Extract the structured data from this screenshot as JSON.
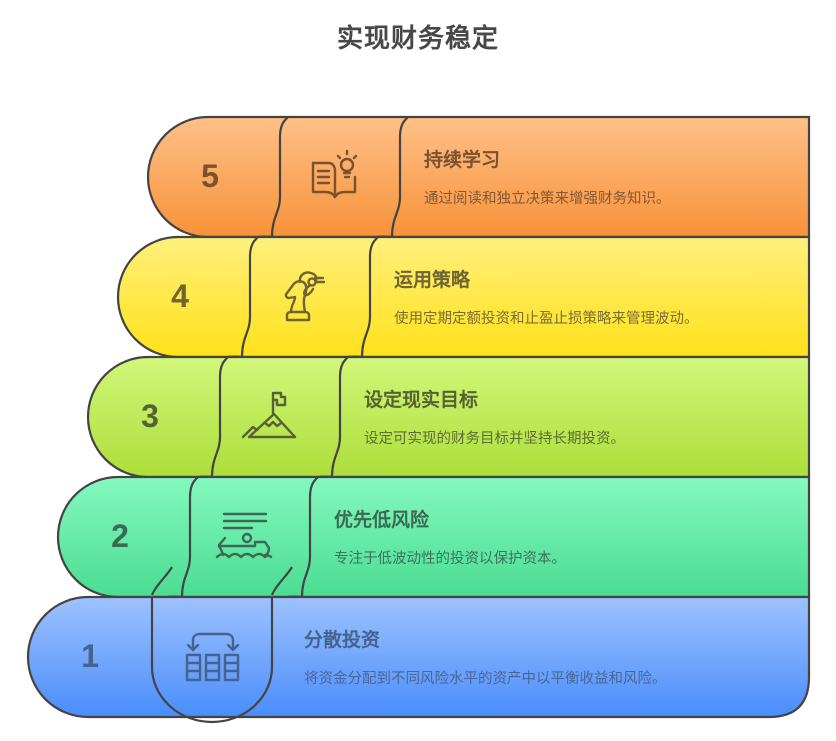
{
  "title": "实现财务稳定",
  "steps": [
    {
      "number": "5",
      "heading": "持续学习",
      "description": "通过阅读和独立决策来增强财务知识。",
      "icon": "book-lightbulb-icon",
      "fill_top": "#FFC089",
      "fill_bottom": "#F79239",
      "text_color": "#7A5230"
    },
    {
      "number": "4",
      "heading": "运用策略",
      "description": "使用定期定额投资和止盈止损策略来管理波动。",
      "icon": "chess-knight-strategy-icon",
      "fill_top": "#FFF07C",
      "fill_bottom": "#FFE11A",
      "text_color": "#6E6530"
    },
    {
      "number": "3",
      "heading": "设定现实目标",
      "description": "设定可实现的财务目标并坚持长期投资。",
      "icon": "mountain-flag-icon",
      "fill_top": "#D2F77A",
      "fill_bottom": "#ADDE3A",
      "text_color": "#556233"
    },
    {
      "number": "2",
      "heading": "优先低风险",
      "description": "专注于低波动性的投资以保护资本。",
      "icon": "calm-boat-icon",
      "fill_top": "#85F9BF",
      "fill_bottom": "#4BDC92",
      "text_color": "#3A6A53"
    },
    {
      "number": "1",
      "heading": "分散投资",
      "description": "将资金分配到不同风险水平的资产中以平衡收益和风险。",
      "icon": "diversify-grid-arrows-icon",
      "fill_top": "#9EC2FF",
      "fill_bottom": "#4A8DFB",
      "text_color": "#45638F"
    }
  ],
  "colors": {
    "outline": "#444444",
    "title": "#484848"
  }
}
